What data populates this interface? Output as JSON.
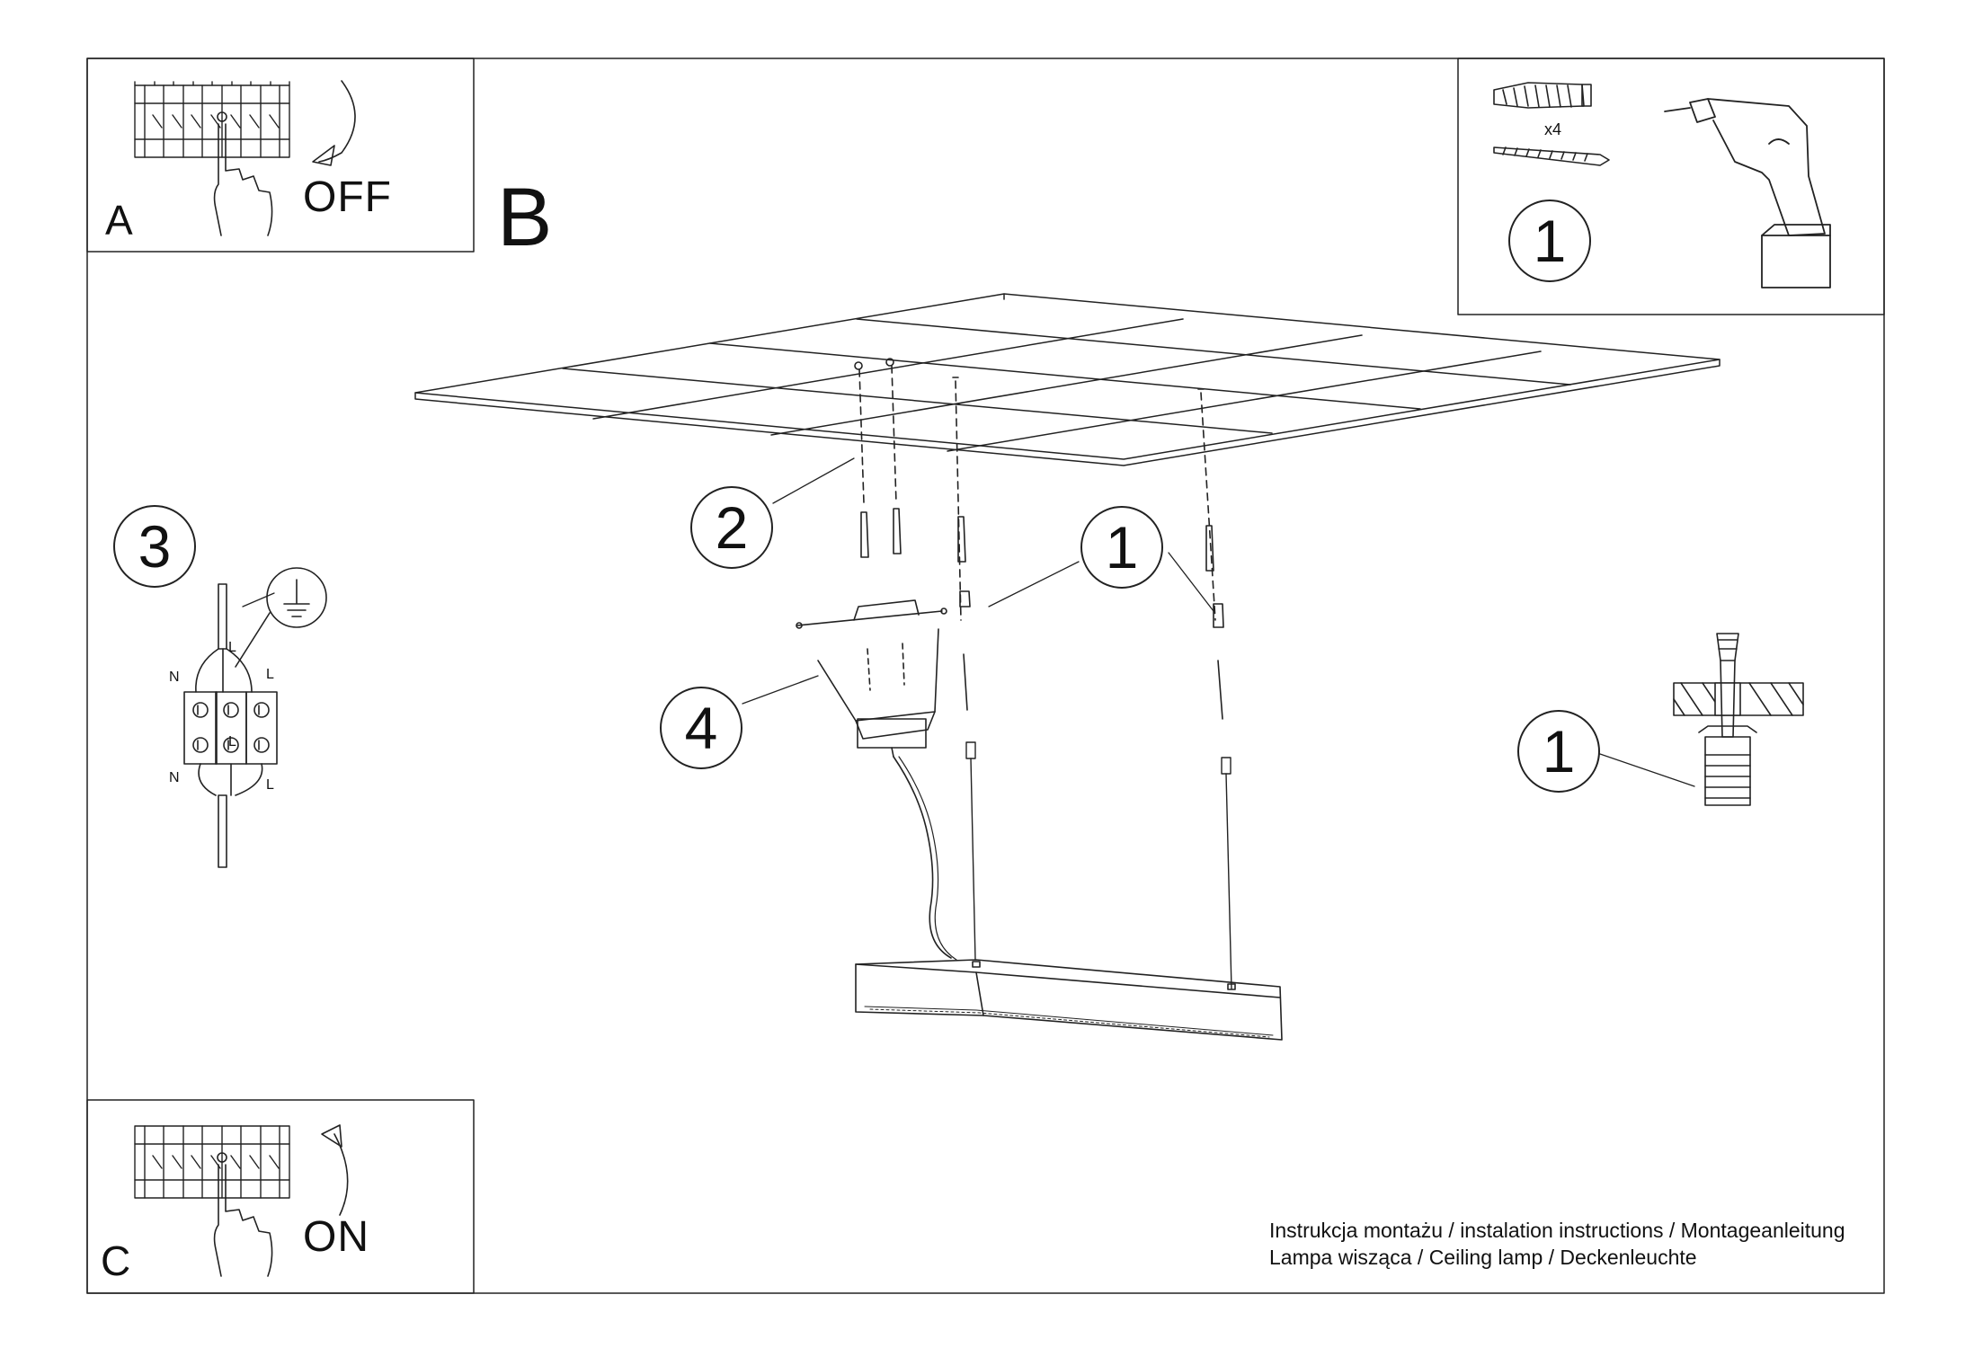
{
  "panels": {
    "a": {
      "letter": "A",
      "state": "OFF"
    },
    "b": {
      "letter": "B"
    },
    "c": {
      "letter": "C",
      "state": "ON"
    }
  },
  "tools": {
    "step": "1",
    "quantity": "x4"
  },
  "callouts": {
    "screw_anchor": "1",
    "ceiling": "2",
    "wiring": "3",
    "bracket": "4",
    "anchor_detail": "1"
  },
  "wiring": {
    "n_top": "N",
    "l_top": "L",
    "l_left": "L",
    "n_bottom": "N",
    "l_bottom": "L",
    "l_center": "L"
  },
  "footer": {
    "line1": "Instrukcja montażu / instalation instructions / Montageanleitung",
    "line2": "Lampa wisząca / Ceiling lamp / Deckenleuchte"
  }
}
